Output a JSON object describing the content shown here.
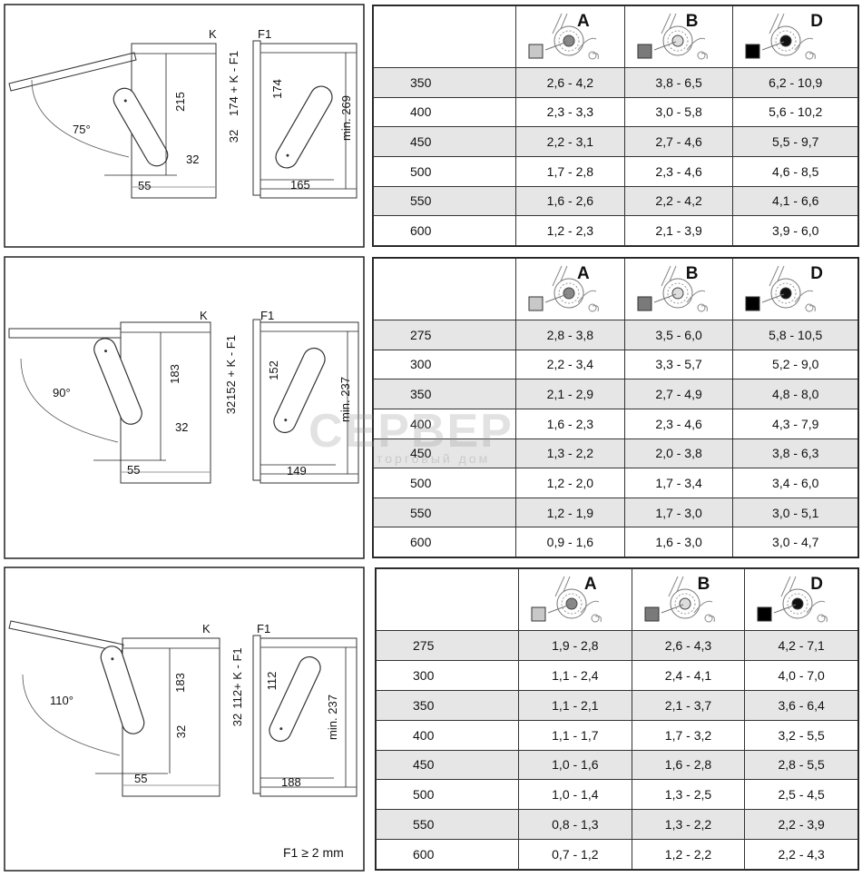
{
  "watermark": {
    "main": "СЕРВЕР",
    "sub": "торговый дом"
  },
  "swatch_colors": {
    "A": "#c8c8c8",
    "B": "#7a7a7a",
    "D": "#000000"
  },
  "sections": [
    {
      "diagram": {
        "angle": "75°",
        "k": "K",
        "f1": "F1",
        "height": "215",
        "offset": "32",
        "base": "55",
        "formula": "174 + K - F1",
        "inner": "174",
        "inner_offset": "32",
        "min": "min. 269",
        "depth": "165"
      },
      "table": {
        "headers": [
          "A",
          "B",
          "D"
        ],
        "rows": [
          [
            "350",
            "2,6 - 4,2",
            "3,8 - 6,5",
            "6,2 - 10,9"
          ],
          [
            "400",
            "2,3 - 3,3",
            "3,0 - 5,8",
            "5,6 - 10,2"
          ],
          [
            "450",
            "2,2 - 3,1",
            "2,7 - 4,6",
            "5,5 - 9,7"
          ],
          [
            "500",
            "1,7 - 2,8",
            "2,3 - 4,6",
            "4,6 - 8,5"
          ],
          [
            "550",
            "1,6 - 2,6",
            "2,2 - 4,2",
            "4,1 - 6,6"
          ],
          [
            "600",
            "1,2 - 2,3",
            "2,1 - 3,9",
            "3,9 - 6,0"
          ]
        ]
      }
    },
    {
      "diagram": {
        "angle": "90°",
        "k": "K",
        "f1": "F1",
        "height": "183",
        "offset": "32",
        "base": "55",
        "formula": "152 + K - F1",
        "inner": "152",
        "inner_offset": "32",
        "min": "min. 237",
        "depth": "149"
      },
      "table": {
        "headers": [
          "A",
          "B",
          "D"
        ],
        "rows": [
          [
            "275",
            "2,8 - 3,8",
            "3,5 - 6,0",
            "5,8 - 10,5"
          ],
          [
            "300",
            "2,2 - 3,4",
            "3,3 - 5,7",
            "5,2 - 9,0"
          ],
          [
            "350",
            "2,1 - 2,9",
            "2,7 - 4,9",
            "4,8 - 8,0"
          ],
          [
            "400",
            "1,6 - 2,3",
            "2,3 - 4,6",
            "4,3 - 7,9"
          ],
          [
            "450",
            "1,3 - 2,2",
            "2,0 - 3,8",
            "3,8 - 6,3"
          ],
          [
            "500",
            "1,2 - 2,0",
            "1,7 - 3,4",
            "3,4 - 6,0"
          ],
          [
            "550",
            "1,2 - 1,9",
            "1,7 - 3,0",
            "3,0 - 5,1"
          ],
          [
            "600",
            "0,9 - 1,6",
            "1,6 - 3,0",
            "3,0 - 4,7"
          ]
        ]
      }
    },
    {
      "diagram": {
        "angle": "110°",
        "k": "K",
        "f1": "F1",
        "height": "183",
        "offset": "32",
        "base": "55",
        "formula": "112+ K - F1",
        "inner": "112",
        "inner_offset": "32",
        "min": "min. 237",
        "depth": "188",
        "note": "F1 ≥ 2 mm"
      },
      "table": {
        "headers": [
          "A",
          "B",
          "D"
        ],
        "rows": [
          [
            "275",
            "1,9 - 2,8",
            "2,6 - 4,3",
            "4,2 - 7,1"
          ],
          [
            "300",
            "1,1 - 2,4",
            "2,4 - 4,1",
            "4,0 - 7,0"
          ],
          [
            "350",
            "1,1 - 2,1",
            "2,1 - 3,7",
            "3,6 - 6,4"
          ],
          [
            "400",
            "1,1 - 1,7",
            "1,7 - 3,2",
            "3,2 - 5,5"
          ],
          [
            "450",
            "1,0 - 1,6",
            "1,6 - 2,8",
            "2,8 - 5,5"
          ],
          [
            "500",
            "1,0 - 1,4",
            "1,3 - 2,5",
            "2,5 - 4,5"
          ],
          [
            "550",
            "0,8 - 1,3",
            "1,3 - 2,2",
            "2,2 - 3,9"
          ],
          [
            "600",
            "0,7 - 1,2",
            "1,2 - 2,2",
            "2,2 - 4,3"
          ]
        ]
      }
    }
  ]
}
